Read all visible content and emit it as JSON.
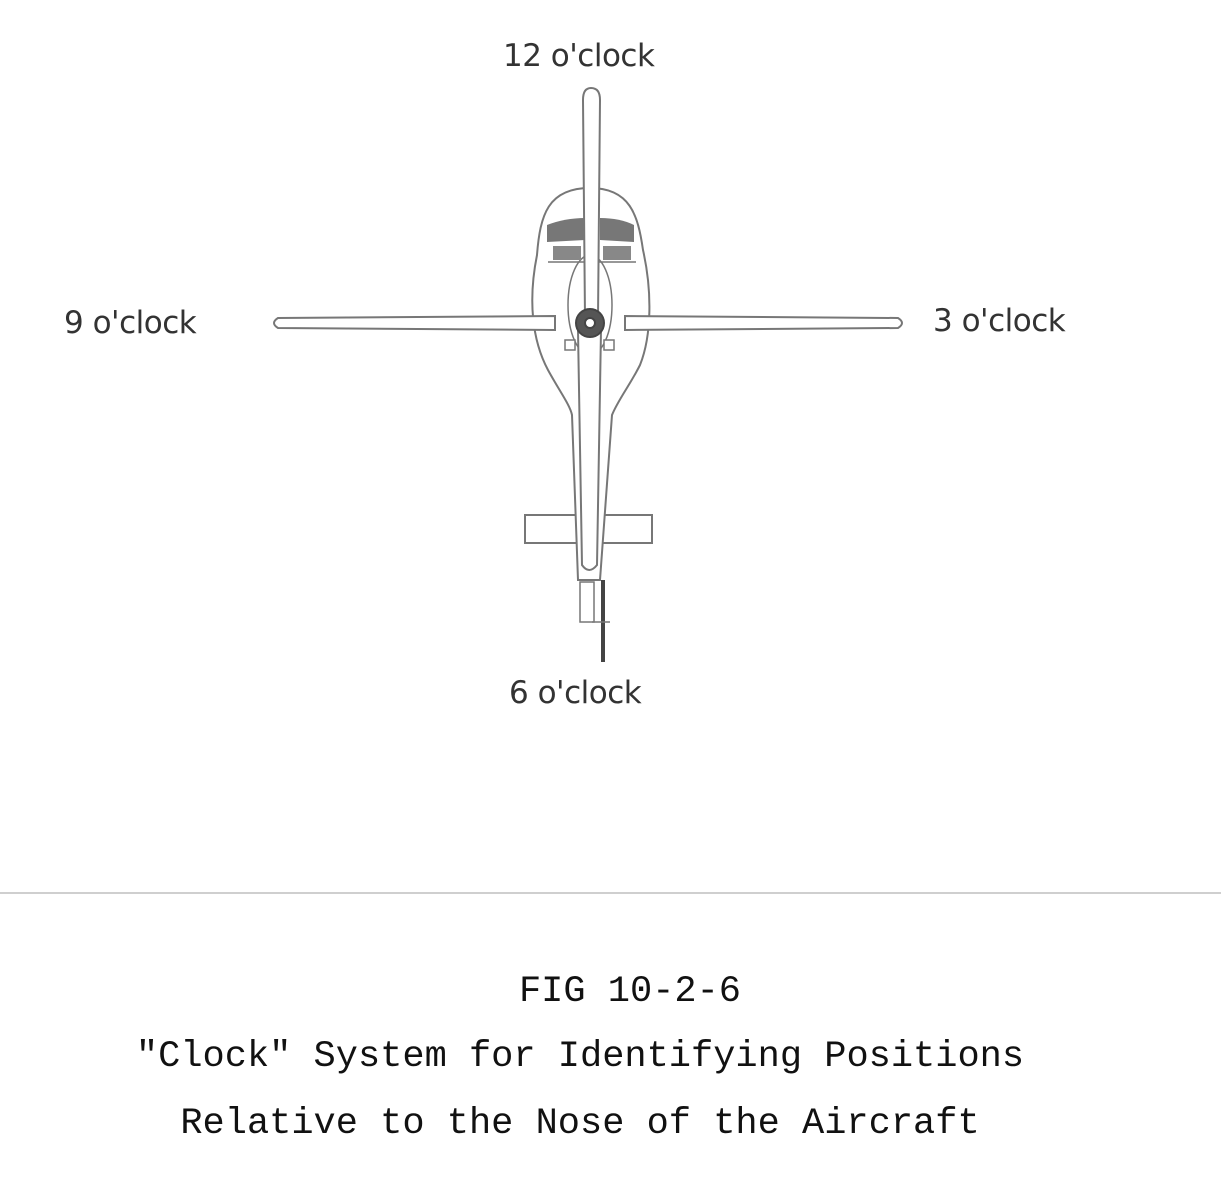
{
  "diagram": {
    "labels": {
      "top": "12 o'clock",
      "left": "9 o'clock",
      "right": "3 o'clock",
      "bottom": "6 o'clock"
    }
  },
  "caption": {
    "figure_number": "FIG 10-2-6",
    "line1": "\"Clock\" System for Identifying Positions",
    "line2": "Relative to the Nose of the Aircraft"
  }
}
